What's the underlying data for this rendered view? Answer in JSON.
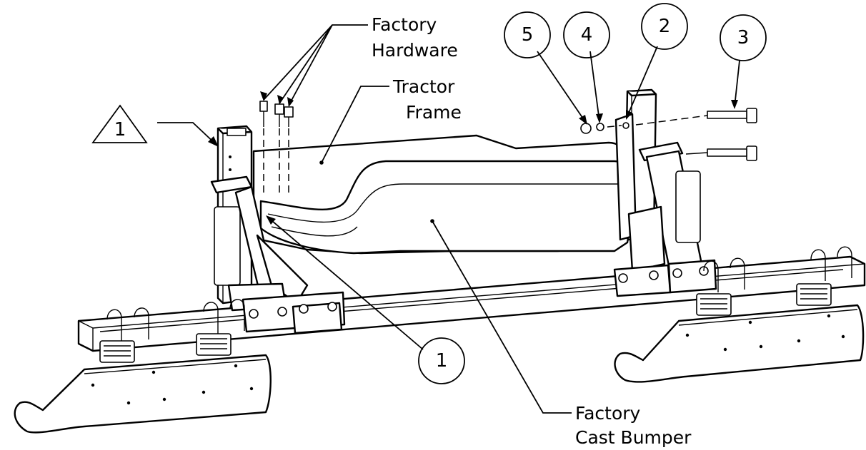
{
  "labels": {
    "factory_hardware_line1": "Factory",
    "factory_hardware_line2": "Hardware",
    "tractor_frame_line1": "Tractor",
    "tractor_frame_line2": "Frame",
    "factory_cast_bumper_line1": "Factory",
    "factory_cast_bumper_line2": "Cast Bumper"
  },
  "callouts": {
    "triangle_1": "1",
    "circle_1": "1",
    "circle_2": "2",
    "circle_3": "3",
    "circle_4": "4",
    "circle_5": "5"
  }
}
